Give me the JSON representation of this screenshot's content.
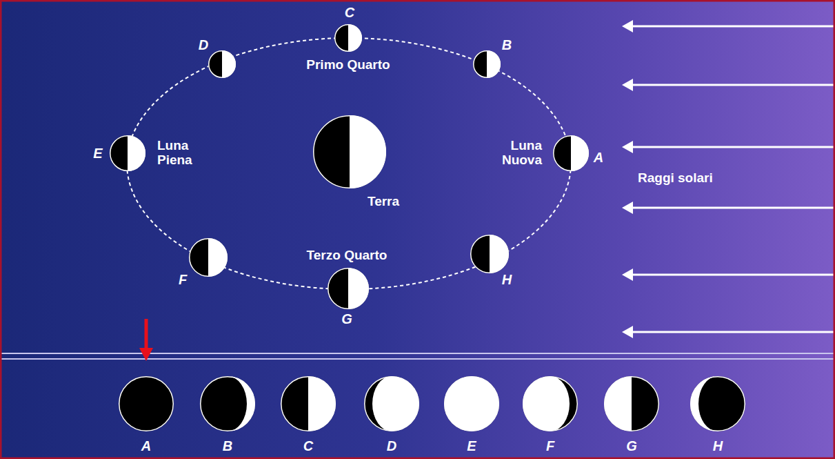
{
  "diagram": {
    "nodes": [
      {
        "text": [
          "C",
          "Primo Quarto"
        ]
      },
      {
        "text": [
          "D"
        ]
      },
      {
        "text": [
          "B"
        ]
      },
      {
        "text": [
          "E",
          "Luna Piena"
        ]
      },
      {
        "text": [
          "Terra"
        ]
      },
      {
        "text": [
          "Luna Nuova",
          "A"
        ]
      },
      {
        "text": [
          "F"
        ]
      },
      {
        "text": [
          "H"
        ]
      },
      {
        "text": [
          "Terzo Quarto",
          "G"
        ]
      },
      {
        "text": [
          "A"
        ]
      },
      {
        "text": [
          "B"
        ]
      },
      {
        "text": [
          "C"
        ]
      },
      {
        "text": [
          "D"
        ]
      },
      {
        "text": [
          "E"
        ]
      },
      {
        "text": [
          "F"
        ]
      },
      {
        "text": [
          "G"
        ]
      },
      {
        "text": [
          "H"
        ]
      }
    ],
    "labels": [
      "Raggi solari"
    ]
  }
}
